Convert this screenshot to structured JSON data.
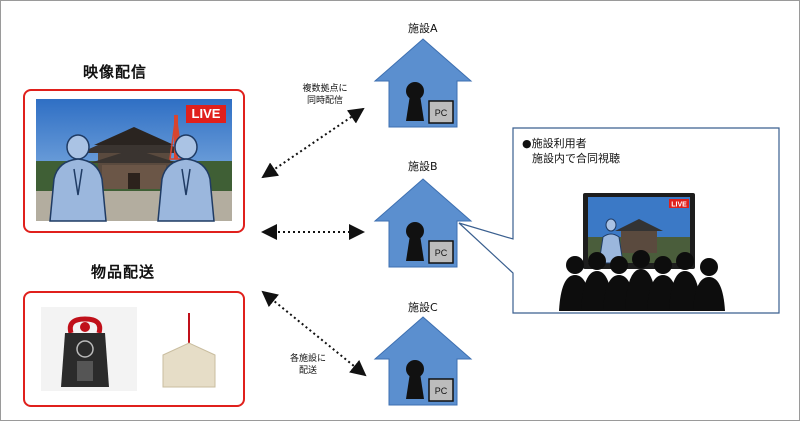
{
  "sections": {
    "video": {
      "title": "映像配信"
    },
    "goods": {
      "title": "物品配送"
    }
  },
  "live_badge": "LIVE",
  "facilities": [
    {
      "label": "施設A",
      "pc": "PC"
    },
    {
      "label": "施設B",
      "pc": "PC"
    },
    {
      "label": "施設C",
      "pc": "PC"
    }
  ],
  "notes": {
    "multi": [
      "複数拠点に",
      "同時配信"
    ],
    "deliver": [
      "各施設に",
      "配送"
    ]
  },
  "callout": {
    "line1": "●施設利用者",
    "line2": "施設内で合同視聴",
    "tv_badge": "LIVE"
  },
  "colors": {
    "house": "#5b8fcf",
    "house_edge": "#3d6fb0",
    "red_frame": "#e0201c",
    "live_red": "#e0201c"
  },
  "icons": [
    "temple-photo",
    "monk-silhouette",
    "omamori-charm",
    "ema-plaque",
    "keyhole-icon",
    "audience-silhouette"
  ]
}
